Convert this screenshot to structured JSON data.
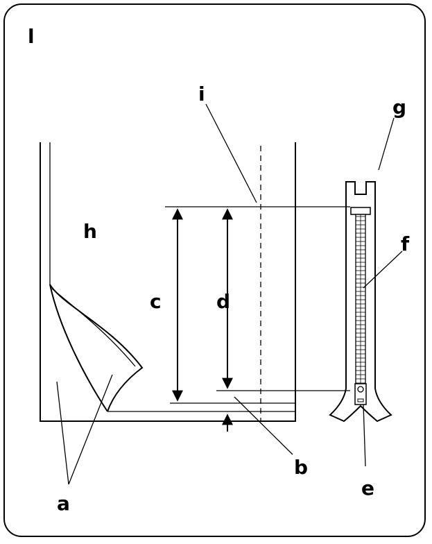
{
  "figure": {
    "panel_label": "l",
    "labels": {
      "a": "a",
      "b": "b",
      "c": "c",
      "d": "d",
      "e": "e",
      "f": "f",
      "g": "g",
      "h": "h",
      "i": "i"
    }
  }
}
